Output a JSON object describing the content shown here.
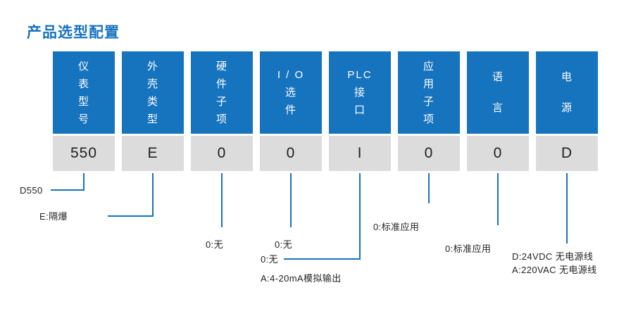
{
  "page": {
    "title": "产品选型配置",
    "accent_color": "#1673bd",
    "box_gray": "#dcdcdc",
    "text_color": "#231f20"
  },
  "columns": [
    {
      "name": "instrument-model",
      "header_lines": [
        "仪",
        "表",
        "型",
        "号"
      ],
      "header_text": "仪表型号",
      "value": "550"
    },
    {
      "name": "enclosure-type",
      "header_lines": [
        "外",
        "壳",
        "类",
        "型"
      ],
      "header_text": "外壳类型",
      "value": "E"
    },
    {
      "name": "hardware-sub-item",
      "header_lines": [
        "硬",
        "件",
        "子",
        "项"
      ],
      "header_text": "硬件子项",
      "value": "0"
    },
    {
      "name": "io-option",
      "header_lines": [
        "I / O",
        "选",
        "件"
      ],
      "header_text": "I/O选件",
      "value": "0"
    },
    {
      "name": "plc-interface",
      "header_lines": [
        "PLC",
        "接",
        "口"
      ],
      "header_text": "PLC接口",
      "value": "I"
    },
    {
      "name": "application-sub-item",
      "header_lines": [
        "应",
        "用",
        "子",
        "项"
      ],
      "header_text": "应用子项",
      "value": "0"
    },
    {
      "name": "language",
      "header_lines": [
        "语",
        "言"
      ],
      "header_text": "语言",
      "value": "0"
    },
    {
      "name": "power-supply",
      "header_lines": [
        "电",
        "源"
      ],
      "header_text": "电源",
      "value": "D"
    }
  ],
  "annotations": {
    "instrument_model": "D550",
    "enclosure_type": "E:隔爆",
    "hardware_sub_item": "0:无",
    "io_option": "0:无",
    "plc_interface_line1": "0:无",
    "plc_interface_line2": "A:4-20mA模拟输出",
    "application_sub_item": "0:标准应用",
    "language": "0:标准应用",
    "power_supply_line1": "D:24VDC 无电源线",
    "power_supply_line2": "A:220VAC 无电源线"
  }
}
